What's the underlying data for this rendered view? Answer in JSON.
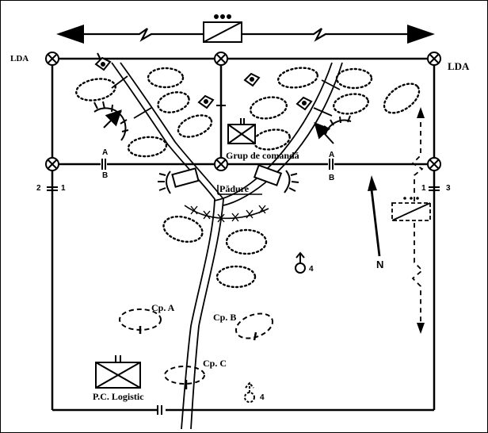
{
  "labels": {
    "lda_left": "LDA",
    "lda_right": "LDA",
    "grup_comanda": "Grup de comandă",
    "padure": "Pădure",
    "cp_a": "Cp. A",
    "cp_b": "Cp. B",
    "cp_c": "Cp. C",
    "pc_logistic": "P.C. Logistic",
    "north": "N"
  },
  "boundary_marks": {
    "left_2": "2",
    "left_1": "1",
    "right_1": "1",
    "right_3": "3",
    "a_left": "A",
    "b_left": "B",
    "a_right": "A",
    "b_right": "B",
    "unit_4_upper": "4",
    "unit_4_lower": "4"
  },
  "colors": {
    "ink": "#000000",
    "background": "#ffffff"
  },
  "icons": [
    "crossed-circle-icon",
    "unit-rectangle-icon",
    "armor-mark-icon",
    "wire-obstacle-icon",
    "north-arrow-icon"
  ]
}
